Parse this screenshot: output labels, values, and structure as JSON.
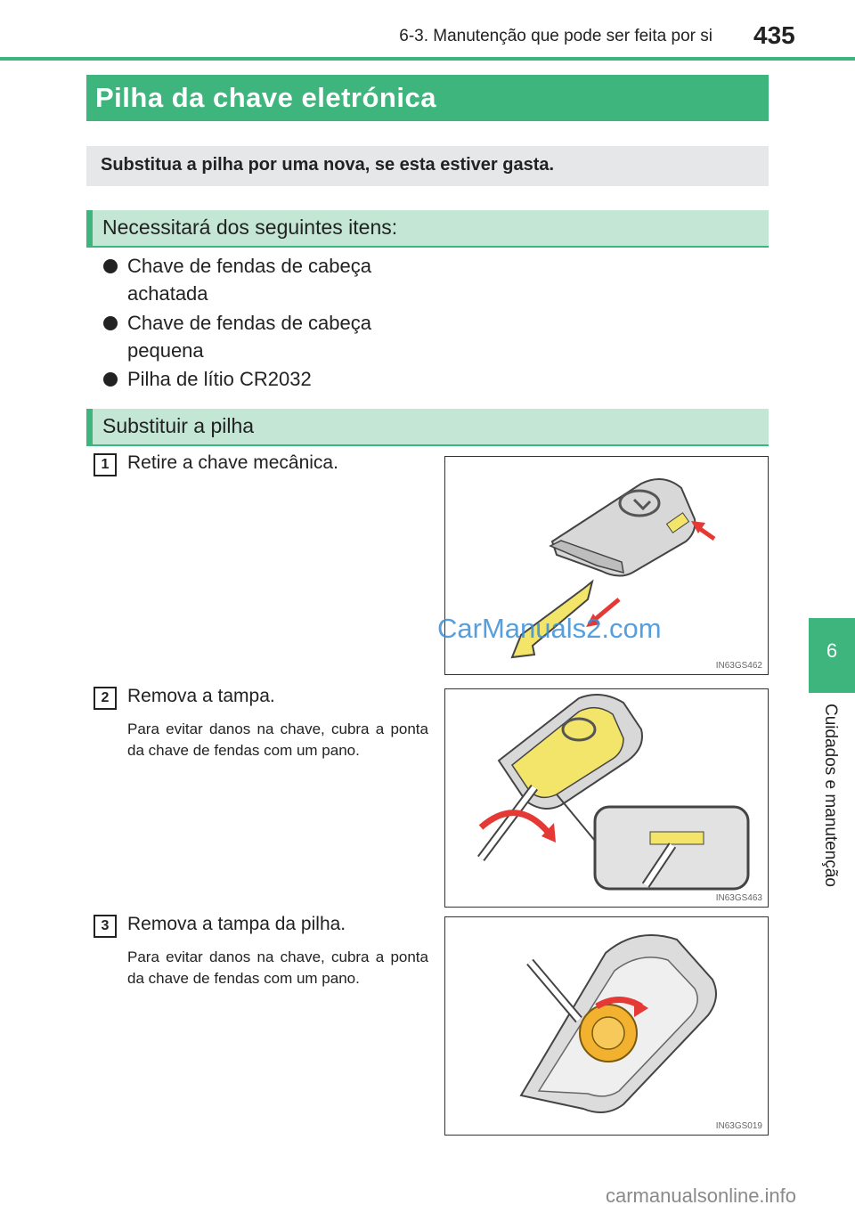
{
  "header": {
    "section": "6-3. Manutenção que pode ser feita por si",
    "page_number": "435"
  },
  "title": "Pilha da chave eletrónica",
  "intro": "Substitua a pilha por uma nova, se esta estiver gasta.",
  "needed": {
    "heading": "Necessitará dos seguintes itens:",
    "items": [
      {
        "line1": "Chave de fendas de cabeça",
        "line2": "achatada"
      },
      {
        "line1": "Chave de fendas de cabeça",
        "line2": "pequena"
      },
      {
        "line1": "Pilha de lítio CR2032",
        "line2": ""
      }
    ]
  },
  "replace": {
    "heading": "Substituir a pilha",
    "steps": [
      {
        "num": "1",
        "text": "Retire a chave mecânica.",
        "note": "",
        "figure_code": "IN63GS462"
      },
      {
        "num": "2",
        "text": "Remova a tampa.",
        "note": "Para evitar danos na chave, cubra a ponta da chave de fendas com um pano.",
        "figure_code": "IN63GS463"
      },
      {
        "num": "3",
        "text": "Remova a tampa da pilha.",
        "note": "Para evitar danos na chave, cubra a ponta da chave de fendas com um pano.",
        "figure_code": "IN63GS019"
      }
    ]
  },
  "side": {
    "chapter_number": "6",
    "chapter_title": "Cuidados e manutenção"
  },
  "watermarks": {
    "center": "CarManuals2.com",
    "footer": "carmanualsonline.info"
  },
  "colors": {
    "accent": "#3db57c",
    "sub_bg": "#c3e7d4",
    "intro_bg": "#e6e7e8",
    "arrow": "#e53935",
    "highlight": "#f3e46a"
  }
}
